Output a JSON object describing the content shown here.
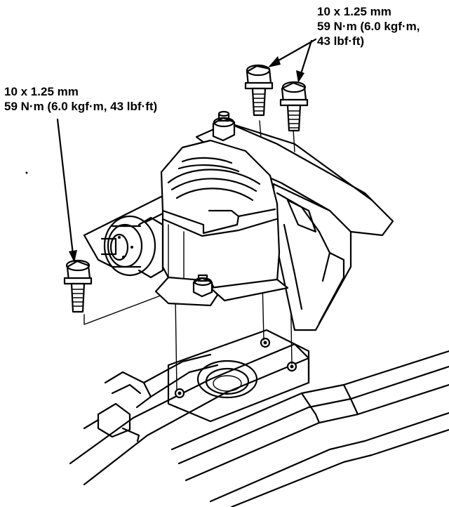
{
  "callouts": {
    "top": {
      "line1": "10 x 1.25 mm",
      "line2": "59 N·m (6.0 kgf·m,",
      "line3": "43 lbf·ft)"
    },
    "left": {
      "line1": "10 x 1.25 mm",
      "line2": "59 N·m (6.0 kgf·m, 43 lbf·ft)"
    }
  },
  "colors": {
    "ink": "#000000",
    "paper": "#ffffff"
  }
}
